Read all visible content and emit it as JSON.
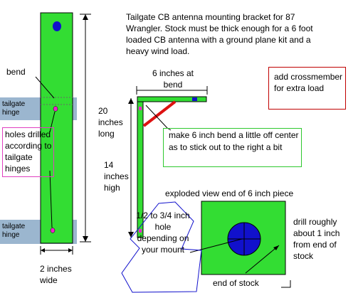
{
  "title_text": "Tailgate CB antenna mounting bracket for 87 Wrangler. Stock must be thick enough for a 6 foot loaded CB antenna with a ground plane kit and a heavy wind load.",
  "labels": {
    "bend": "bend",
    "tailgate_hinge_top": "tailgate hinge",
    "tailgate_hinge_bottom": "tailgate hinge",
    "holes_drilled": "holes drilled according to tailgate hinges",
    "length": "20 inches long",
    "width": "2 inches wide",
    "six_at_bend": "6 inches at bend",
    "fourteen_high": "14 inches high",
    "add_crossmember": "add crossmember for extra load",
    "bend_note": "make 6 inch bend a little off center as to stick out to the right a bit",
    "exploded_view": "exploded view end of 6 inch piece",
    "hole_size": "1/2 to 3/4 inch hole depending on your mount",
    "drill_note": "drill roughly about 1 inch from end of stock",
    "end_of_stock": "end of stock"
  },
  "colors": {
    "stock": "#33dd33",
    "hole_blue": "#1111cc",
    "hole_pink": "#ee22cc",
    "hinge_band": "#9bb6cf",
    "crossmember": "#dd1111",
    "outline": "#000000"
  }
}
